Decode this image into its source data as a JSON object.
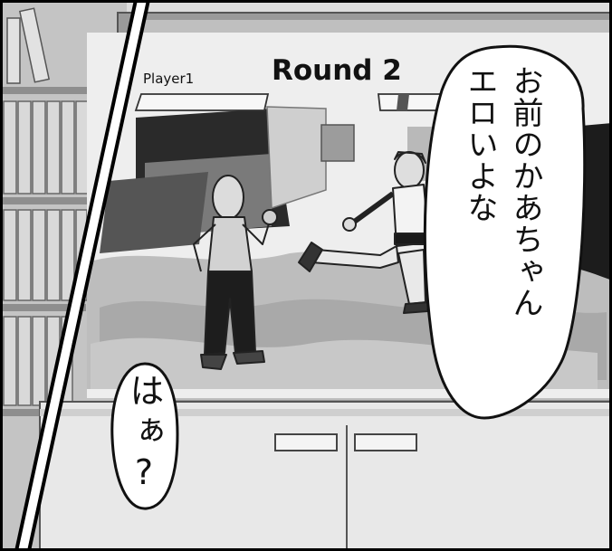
{
  "hud": {
    "player1_label": "Player1",
    "round_label": "Round 2"
  },
  "dialogue": {
    "right_bubble_lines": [
      "お前のかあちゃん",
      "エロいよな"
    ],
    "left_bubble_text": "はぁ?"
  },
  "characters": [
    {
      "name": "bald-fighter"
    },
    {
      "name": "karate-fighter"
    }
  ],
  "colors": {
    "ink": "#111111",
    "screen_bg": "#eeeeee",
    "panel_border": "#000000",
    "cabinet": "#e8e8e8",
    "shelf": "#bcbcbc"
  }
}
